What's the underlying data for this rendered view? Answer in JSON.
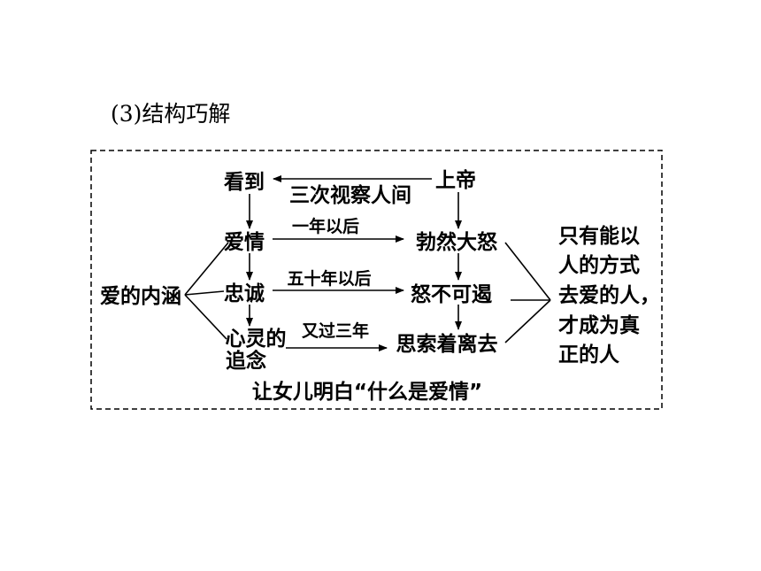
{
  "title": "(3)结构巧解",
  "nodes": {
    "kandao": "看到",
    "shangdi": "上帝",
    "aiqing": "爱情",
    "bouran": "勃然大怒",
    "zhongcheng": "忠诚",
    "nubukee": "怒不可遏",
    "xinling_line1": "心灵的",
    "xinling_line2": "追念",
    "sisuo": "思索着离去",
    "aideneihan": "爱的内涵"
  },
  "edges": {
    "sanci": "三次视察人间",
    "yinian": "一年以后",
    "wushinian": "五十年以后",
    "youguo": "又过三年"
  },
  "footer": "让女儿明白“什么是爱情”",
  "conclusion": {
    "lines": [
      "只有能以",
      "人的方式",
      "去爱的人，",
      "才成为真",
      "正的人"
    ]
  }
}
